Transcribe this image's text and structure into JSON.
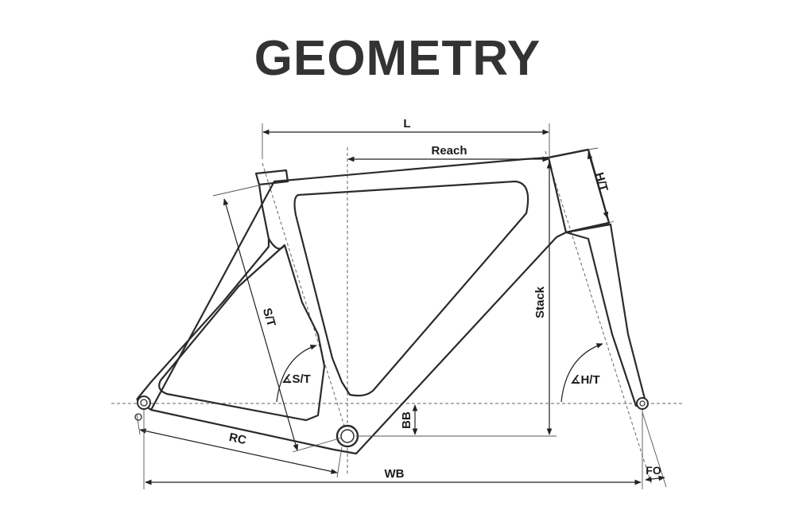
{
  "title": "GEOMETRY",
  "labels": {
    "L": "L",
    "Reach": "Reach",
    "HT": "H/T",
    "ST": "S/T",
    "ST_angle": "∡S/T",
    "HT_angle": "∡H/T",
    "Stack": "Stack",
    "BB": "BB",
    "RC": "RC",
    "WB": "WB",
    "FO": "FO"
  },
  "colors": {
    "title": "#333333",
    "lines": "#2b2b2b"
  }
}
